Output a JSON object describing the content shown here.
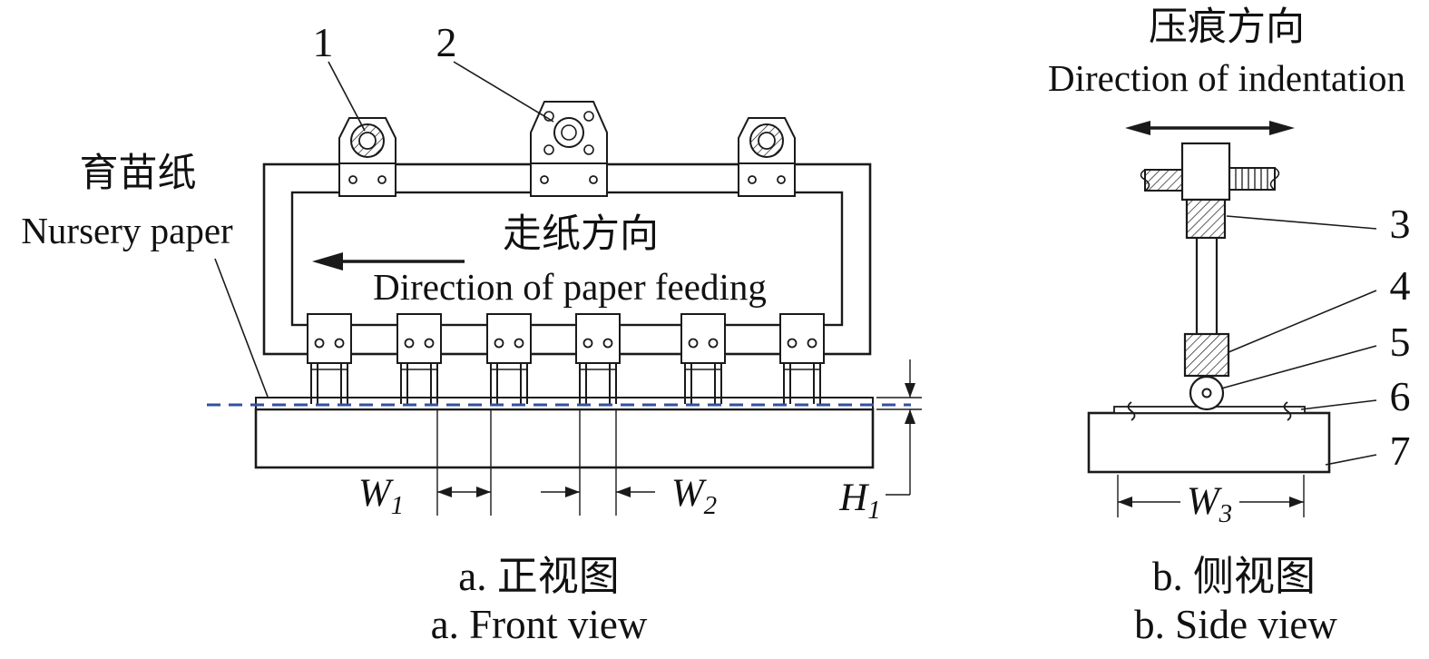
{
  "figure": {
    "colors": {
      "line": "#1a1a1a",
      "paper_dash": "#33519f",
      "background": "#ffffff"
    },
    "front_view": {
      "nursery_paper_zh": "育苗纸",
      "nursery_paper_en": "Nursery paper",
      "feed_direction_zh": "走纸方向",
      "feed_direction_en": "Direction of paper feeding",
      "caption_zh": "a. 正视图",
      "caption_en": "a. Front view",
      "parts": {
        "p1": "1",
        "p2": "2"
      },
      "dims": {
        "w1": {
          "base": "W",
          "sub": "1"
        },
        "w2": {
          "base": "W",
          "sub": "2"
        },
        "h1": {
          "base": "H",
          "sub": "1"
        }
      }
    },
    "side_view": {
      "indentation_zh": "压痕方向",
      "indentation_en": "Direction of indentation",
      "caption_zh": "b. 侧视图",
      "caption_en": "b. Side view",
      "parts": {
        "p3": "3",
        "p4": "4",
        "p5": "5",
        "p6": "6",
        "p7": "7"
      },
      "dims": {
        "w3": {
          "base": "W",
          "sub": "3"
        }
      }
    }
  }
}
